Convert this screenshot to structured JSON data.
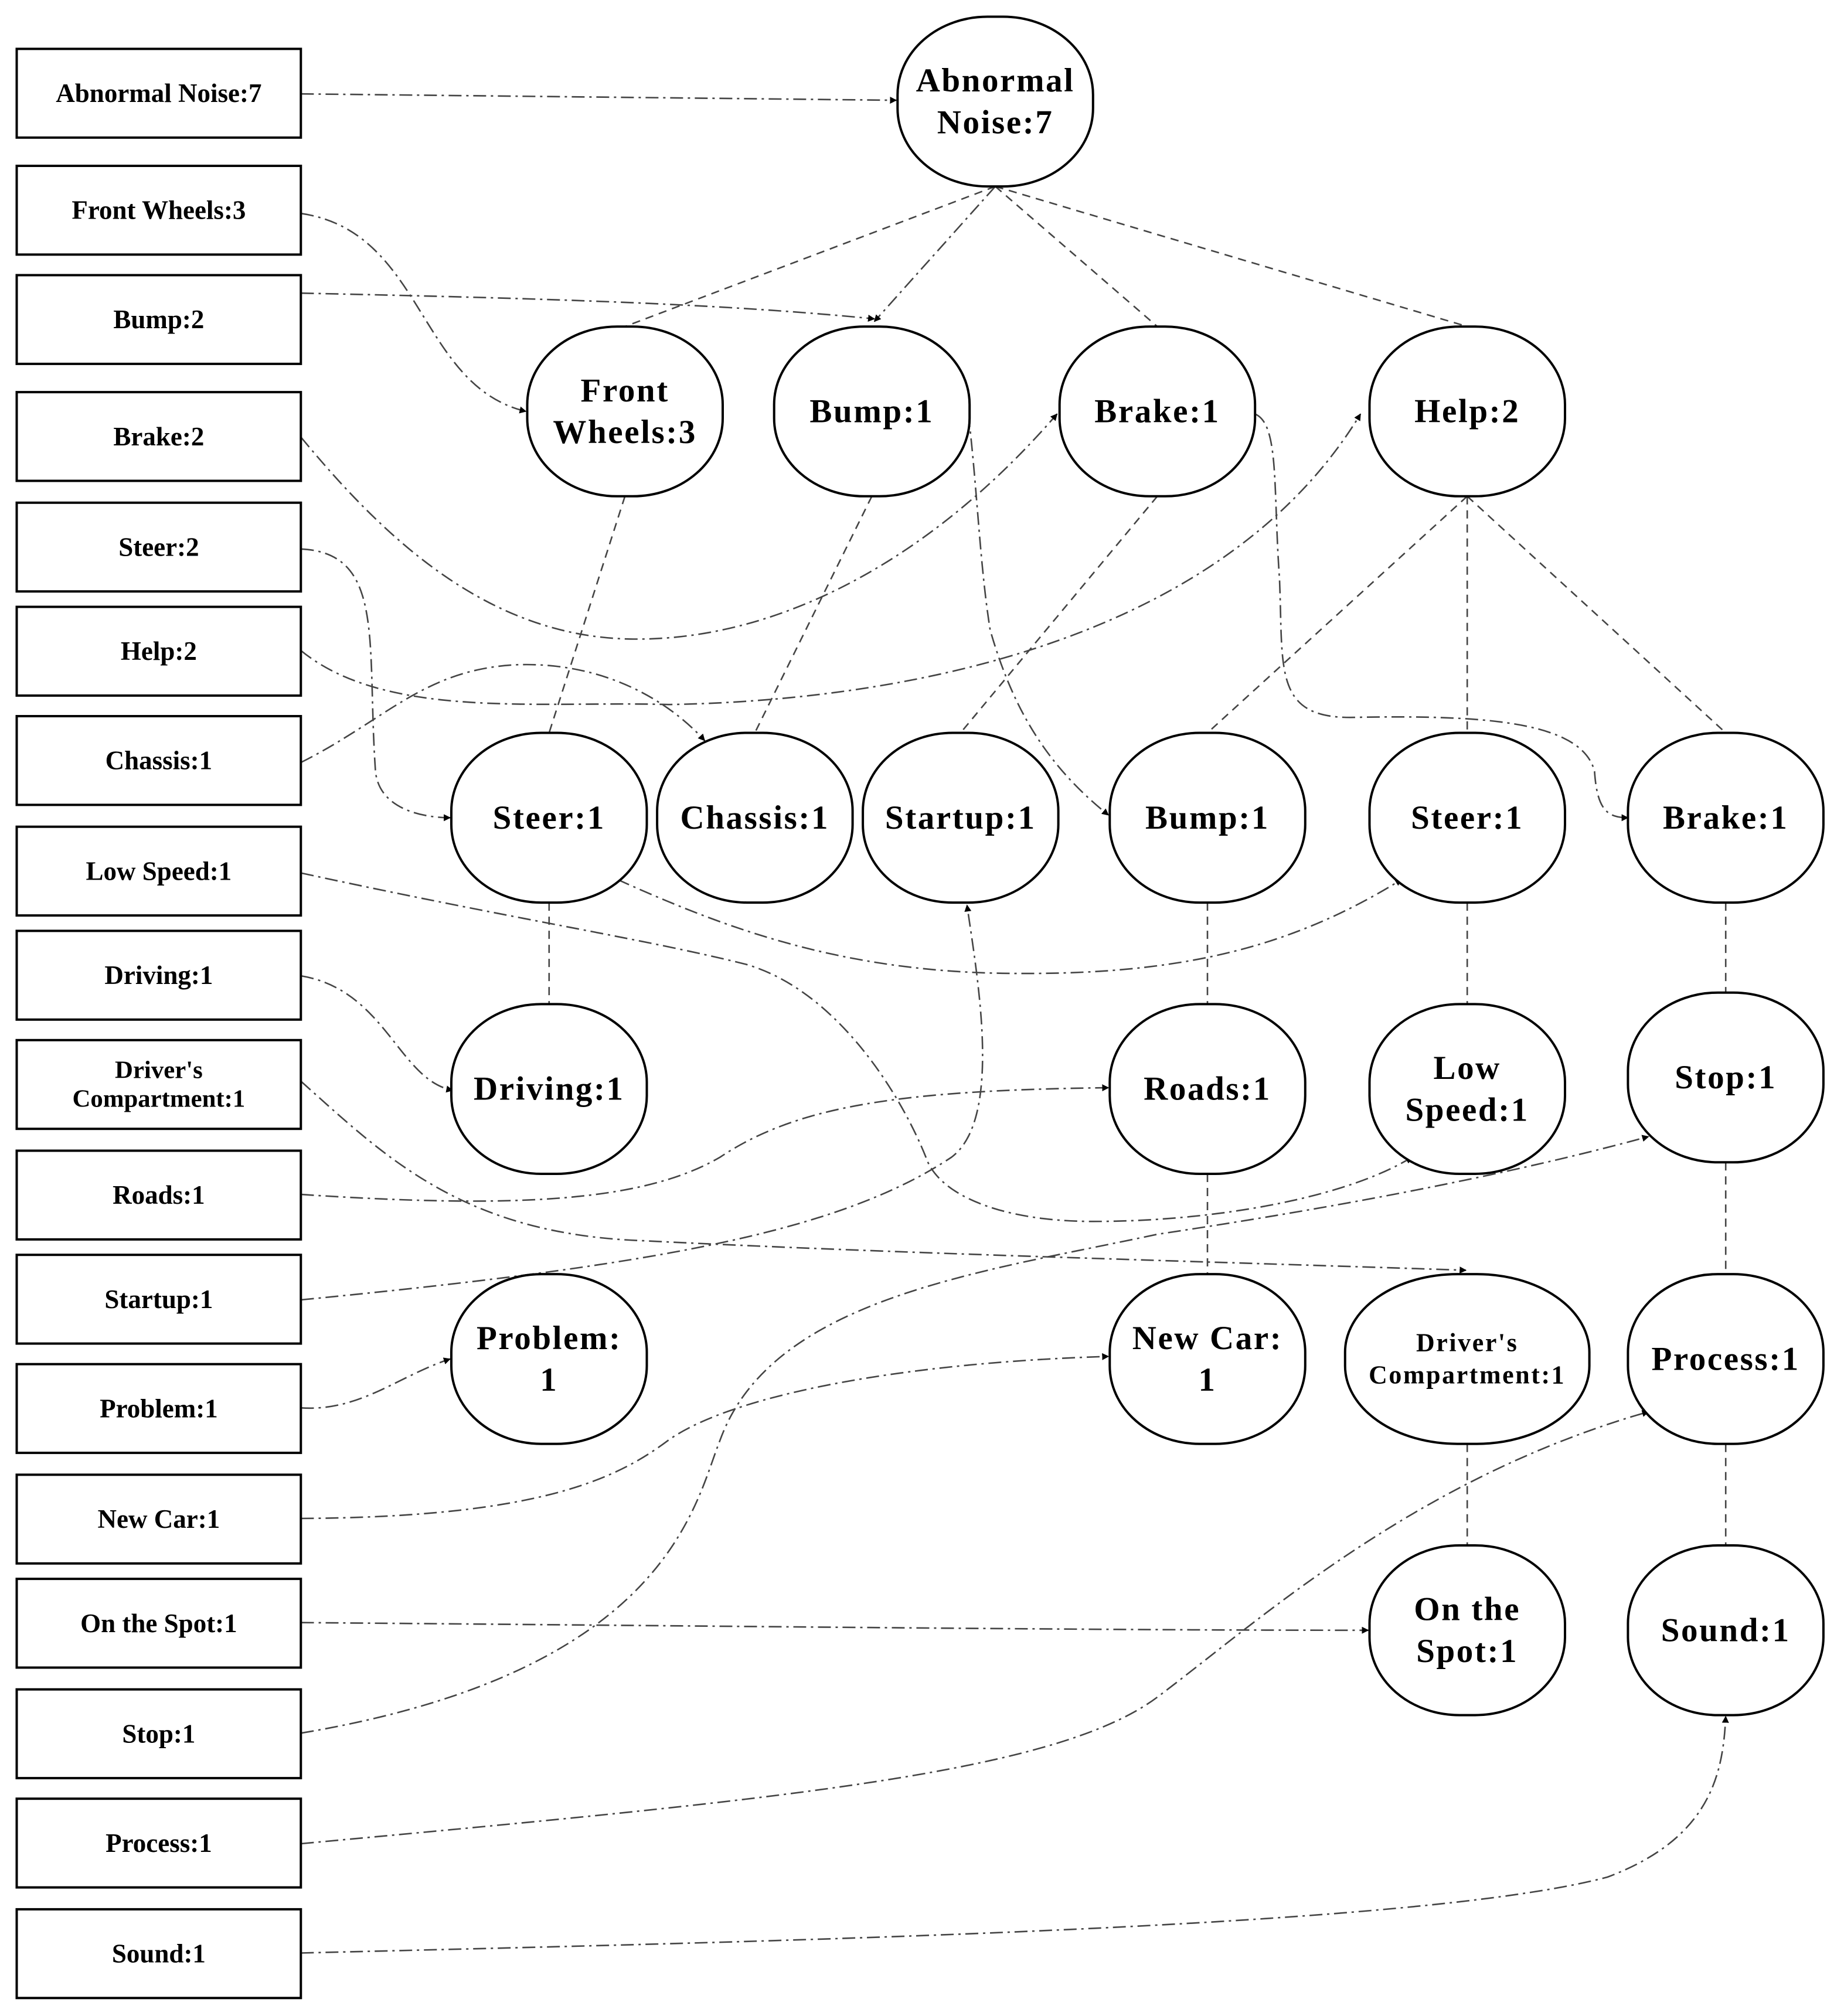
{
  "keyword_list": [
    "Abnormal Noise:7",
    "Front Wheels:3",
    "Bump:2",
    "Brake:2",
    "Steer:2",
    "Help:2",
    "Chassis:1",
    "Low Speed:1",
    "Driving:1",
    [
      "Driver's",
      "Compartment:1"
    ],
    "Roads:1",
    "Startup:1",
    "Problem:1",
    "New Car:1",
    "On the Spot:1",
    "Stop:1",
    "Process:1",
    "Sound:1"
  ],
  "tree_nodes": {
    "abnormal_noise": [
      "Abnormal",
      "Noise:7"
    ],
    "front_wheels": [
      "Front",
      "Wheels:3"
    ],
    "bump_top": [
      "Bump:1"
    ],
    "brake_top": [
      "Brake:1"
    ],
    "help": [
      "Help:2"
    ],
    "steer_left": [
      "Steer:1"
    ],
    "chassis": [
      "Chassis:1"
    ],
    "startup": [
      "Startup:1"
    ],
    "bump_mid": [
      "Bump:1"
    ],
    "steer_right": [
      "Steer:1"
    ],
    "brake_mid": [
      "Brake:1"
    ],
    "driving": [
      "Driving:1"
    ],
    "roads": [
      "Roads:1"
    ],
    "low_speed": [
      "Low",
      "Speed:1"
    ],
    "stop": [
      "Stop:1"
    ],
    "problem": [
      "Problem:",
      "1"
    ],
    "new_car": [
      "New Car:",
      "1"
    ],
    "drivers_compartment": [
      "Driver's",
      "Compartment:1"
    ],
    "process": [
      "Process:1"
    ],
    "on_the_spot": [
      "On the",
      "Spot:1"
    ],
    "sound": [
      "Sound:1"
    ]
  },
  "colors": {
    "stroke": "#000000",
    "connector": "#444444",
    "fill": "#ffffff"
  }
}
